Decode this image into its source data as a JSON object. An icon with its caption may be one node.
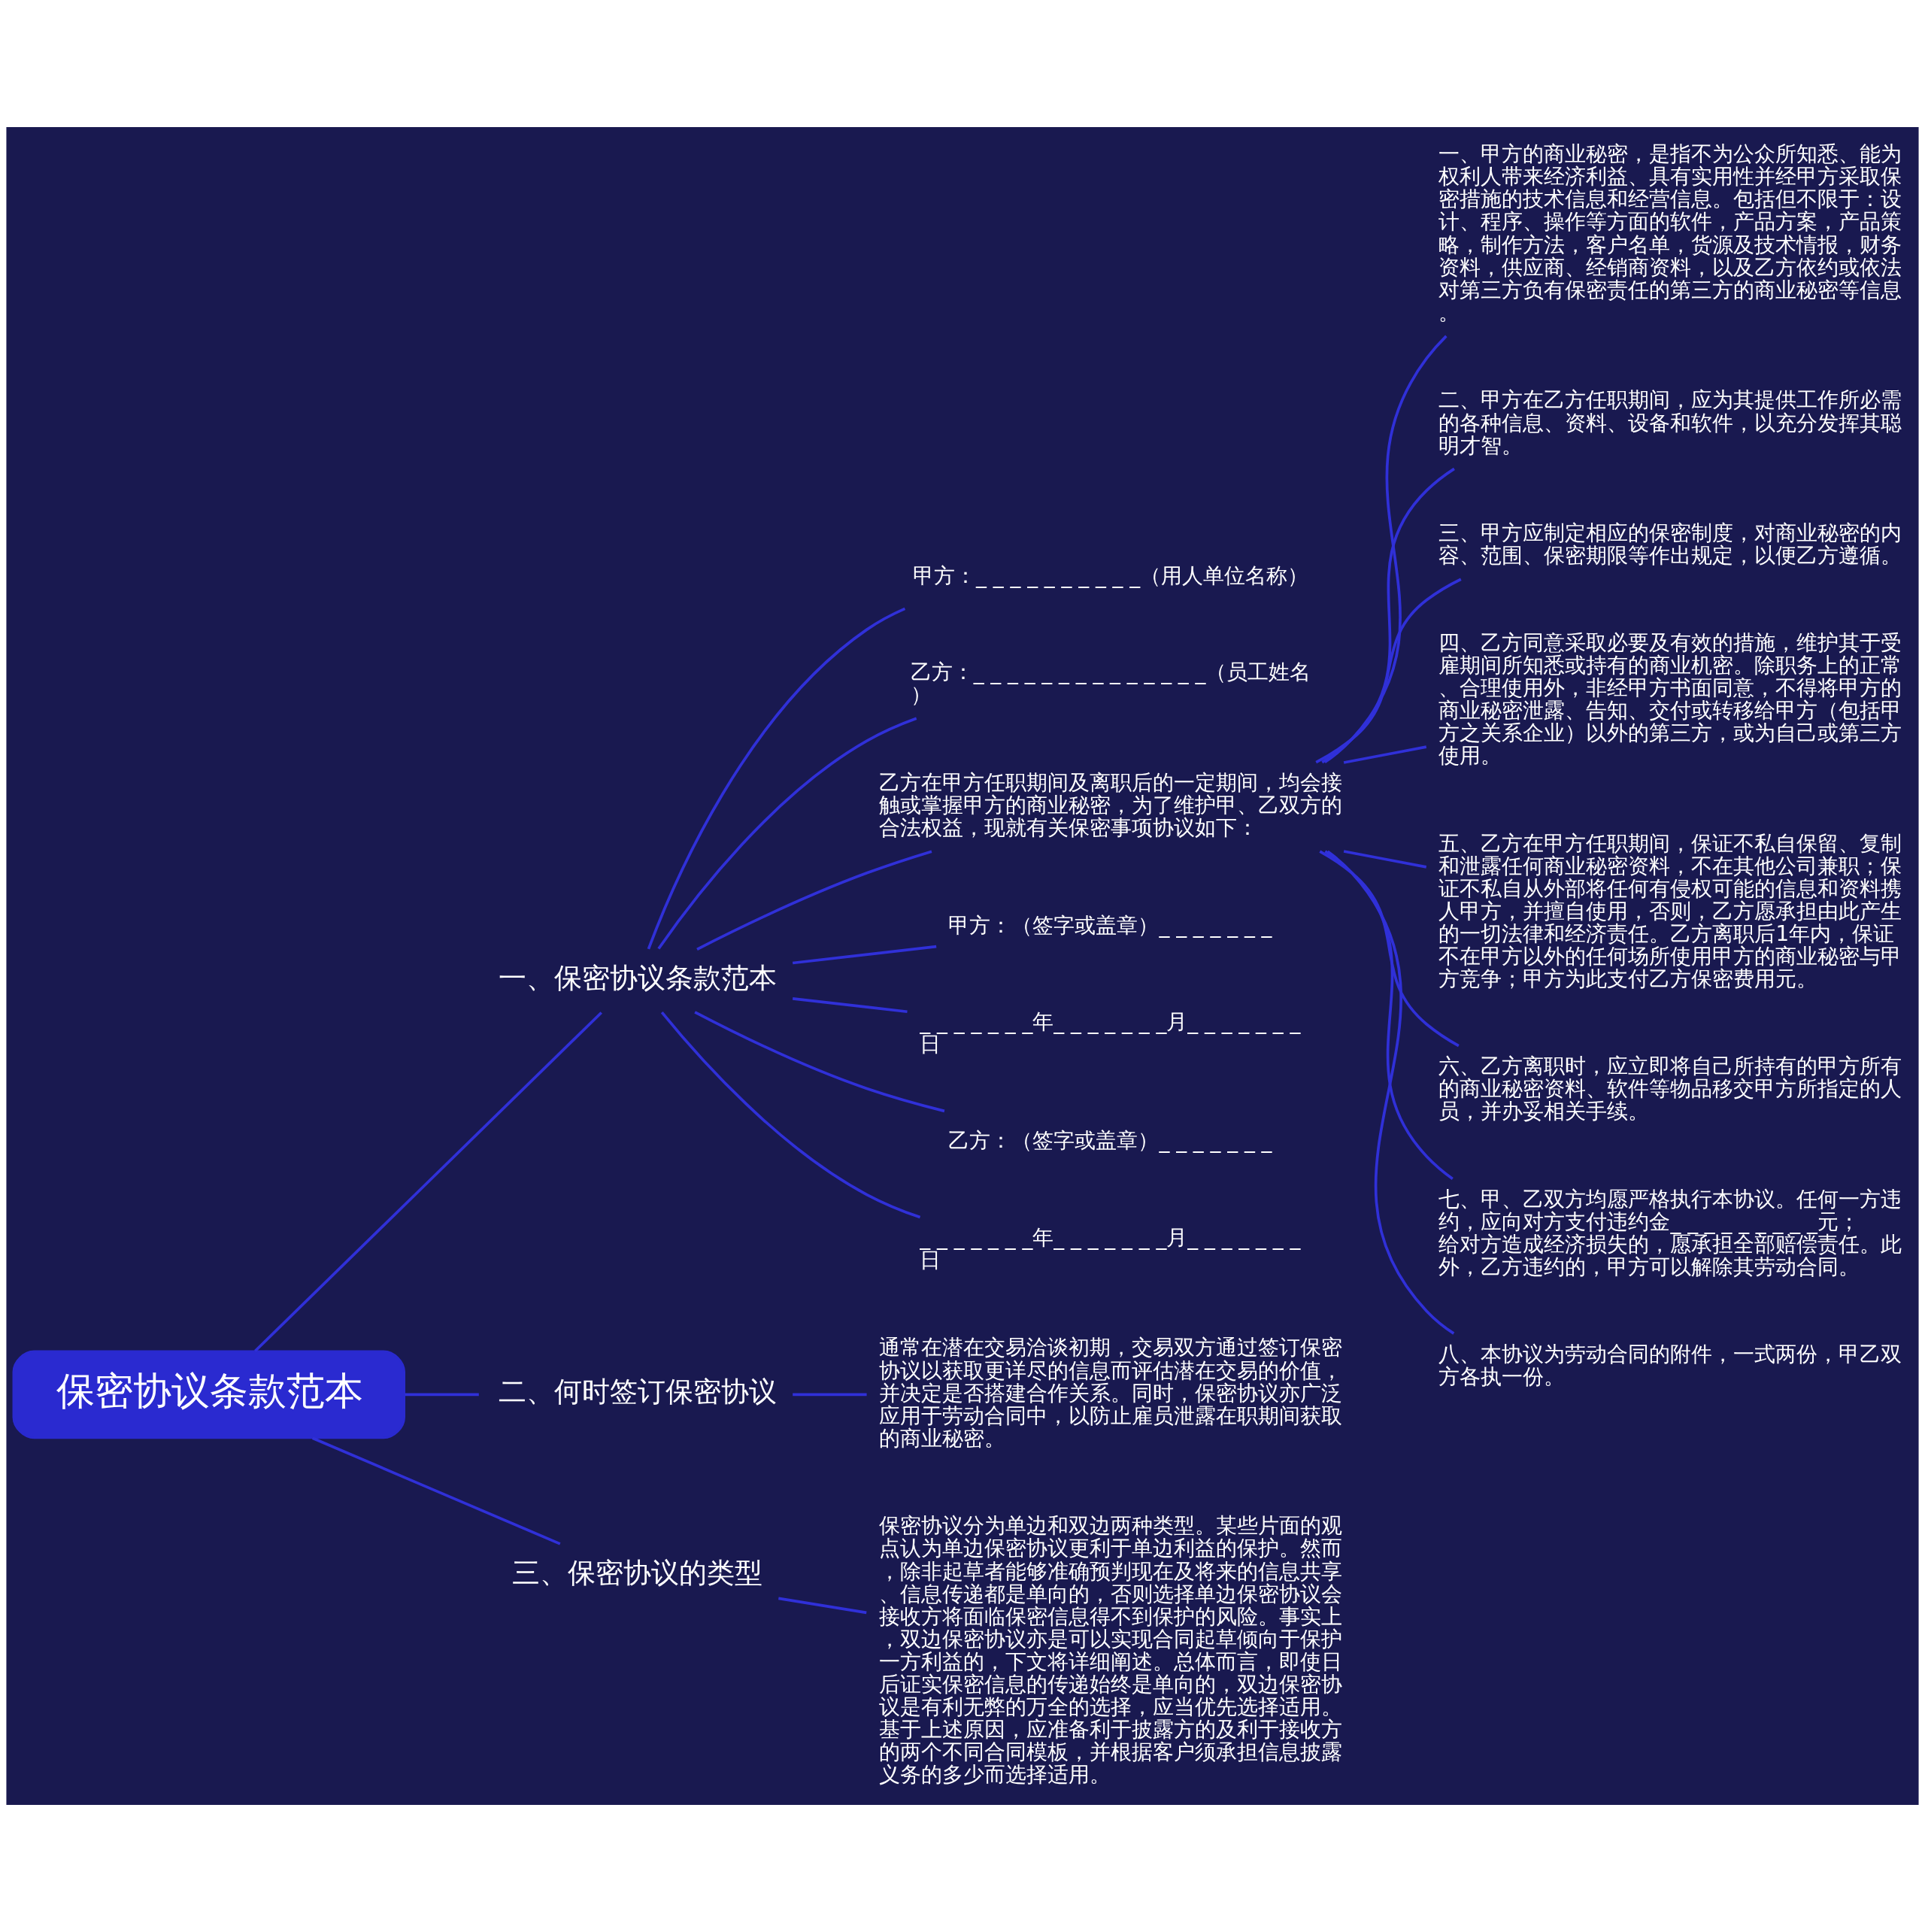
{
  "diagram": {
    "nodes": [
      {
        "text": [
          "保密协议条款范本"
        ]
      },
      {
        "text": [
          "一、保密协议条款范本"
        ]
      },
      {
        "text": [
          "甲方：_ _ _ _ _ _ _ _ _ _（用人单位名称）"
        ]
      },
      {
        "text": [
          "乙方：_ _ _ _ _ _ _ _ _ _ _ _ _ _（员工姓名）"
        ]
      },
      {
        "text": [
          "乙方在甲方任职期间及离职后的一定期间，均会接触或掌握甲方的商业秘密，为了维护甲、乙双方的合法权益，现就有关保密事项协议如下："
        ]
      },
      {
        "text": [
          "一、甲方的商业秘密，是指不为公众所知悉、能为权利人带来经济利益、具有实用性并经甲方采取保密措施的技术信息和经营信息。包括但不限于：设计、程序、操作等方面的软件，产品方案，产品策略，制作方法，客户名单，货源及技术情报，财务资料，供应商、经销商资料，以及乙方依约或依法对第三方负有保密责任的第三方的商业秘密等信息。"
        ]
      },
      {
        "text": [
          "二、甲方在乙方任职期间，应为其提供工作所必需的各种信息、资料、设备和软件，以充分发挥其聪明才智。"
        ]
      },
      {
        "text": [
          "三、甲方应制定相应的保密制度，对商业秘密的内容、范围、保密期限等作出规定，以便乙方遵循。"
        ]
      },
      {
        "text": [
          "四、乙方同意采取必要及有效的措施，维护其于受雇期间所知悉或持有的商业机密。除职务上的正常、合理使用外，非经甲方书面同意，不得将甲方的商业秘密泄露、告知、交付或转移给甲方（包括甲方之关系企业）以外的第三方，或为自己或第三方使用。"
        ]
      },
      {
        "text": [
          "五、乙方在甲方任职期间，保证不私自保留、复制和泄露任何商业秘密资料，不在其他公司兼职；保证不私自从外部将任何有侵权可能的信息和资料携人甲方，并擅自使用，否则，乙方愿承担由此产生的一切法律和经济责任。乙方离职后1年内，保证不在甲方以外的任何场所使用甲方的商业秘密与甲方竞争；甲方为此支付乙方保密费用元。"
        ]
      },
      {
        "text": [
          "六、乙方离职时，应立即将自己所持有的甲方所有的商业秘密资料、软件等物品移交甲方所指定的人员，并办妥相关手续。"
        ]
      },
      {
        "text": [
          "七、甲、乙双方均愿严格执行本协议。任何一方违约，应向对方支付违约金_ _ _ _ _ _ _ _ _元；给对方造成经济损失的，愿承担全部赔偿责任。此外，乙方违约的，甲方可以解除其劳动合同。"
        ]
      },
      {
        "text": [
          "八、本协议为劳动合同的附件，一式两份，甲乙双方各执一份。"
        ]
      },
      {
        "text": [
          "甲方：（签字或盖章）_ _ _ _ _ _ _"
        ]
      },
      {
        "text": [
          "_ _ _ _ _ _ _年_ _ _ _ _ _ _月_ _ _ _ _ _ _日"
        ]
      },
      {
        "text": [
          "乙方：（签字或盖章）_ _ _ _ _ _ _"
        ]
      },
      {
        "text": [
          "_ _ _ _ _ _ _年_ _ _ _ _ _ _月_ _ _ _ _ _ _日"
        ]
      },
      {
        "text": [
          "二、何时签订保密协议"
        ]
      },
      {
        "text": [
          "通常在潜在交易洽谈初期，交易双方通过签订保密协议以获取更详尽的信息而评估潜在交易的价值，并决定是否搭建合作关系。同时，保密协议亦广泛应用于劳动合同中，以防止雇员泄露在职期间获取的商业秘密。"
        ]
      },
      {
        "text": [
          "三、保密协议的类型"
        ]
      },
      {
        "text": [
          "保密协议分为单边和双边两种类型。某些片面的观点认为单边保密协议更利于单边利益的保护。然而，除非起草者能够准确预判现在及将来的信息共享、信息传递都是单向的，否则选择单边保密协议会接收方将面临保密信息得不到保护的风险。事实上，双边保密协议亦是可以实现合同起草倾向于保护一方利益的，下文将详细阐述。总体而言，即使日后证实保密信息的传递始终是单向的，双边保密协议是有利无弊的万全的选择，应当优先选择适用。基于上述原因，应准备利于披露方的及利于接收方的两个不同合同模板，并根据客户须承担信息披露义务的多少而选择适用。"
        ]
      }
    ],
    "edges": [
      {
        "from": 0,
        "to": 1,
        "arrow": "none"
      },
      {
        "from": 1,
        "to": 2,
        "arrow": "none"
      },
      {
        "from": 1,
        "to": 3,
        "arrow": "none"
      },
      {
        "from": 1,
        "to": 4,
        "arrow": "none"
      },
      {
        "from": 4,
        "to": 5,
        "arrow": "none"
      },
      {
        "from": 4,
        "to": 6,
        "arrow": "none"
      },
      {
        "from": 4,
        "to": 7,
        "arrow": "none"
      },
      {
        "from": 4,
        "to": 8,
        "arrow": "none"
      },
      {
        "from": 4,
        "to": 9,
        "arrow": "none"
      },
      {
        "from": 4,
        "to": 10,
        "arrow": "none"
      },
      {
        "from": 4,
        "to": 11,
        "arrow": "none"
      },
      {
        "from": 4,
        "to": 12,
        "arrow": "none"
      },
      {
        "from": 1,
        "to": 13,
        "arrow": "none"
      },
      {
        "from": 1,
        "to": 14,
        "arrow": "none"
      },
      {
        "from": 1,
        "to": 15,
        "arrow": "none"
      },
      {
        "from": 1,
        "to": 16,
        "arrow": "none"
      },
      {
        "from": 0,
        "to": 17,
        "arrow": "none"
      },
      {
        "from": 17,
        "to": 18,
        "arrow": "none"
      },
      {
        "from": 0,
        "to": 19,
        "arrow": "none"
      },
      {
        "from": 19,
        "to": 20,
        "arrow": "none"
      }
    ]
  }
}
